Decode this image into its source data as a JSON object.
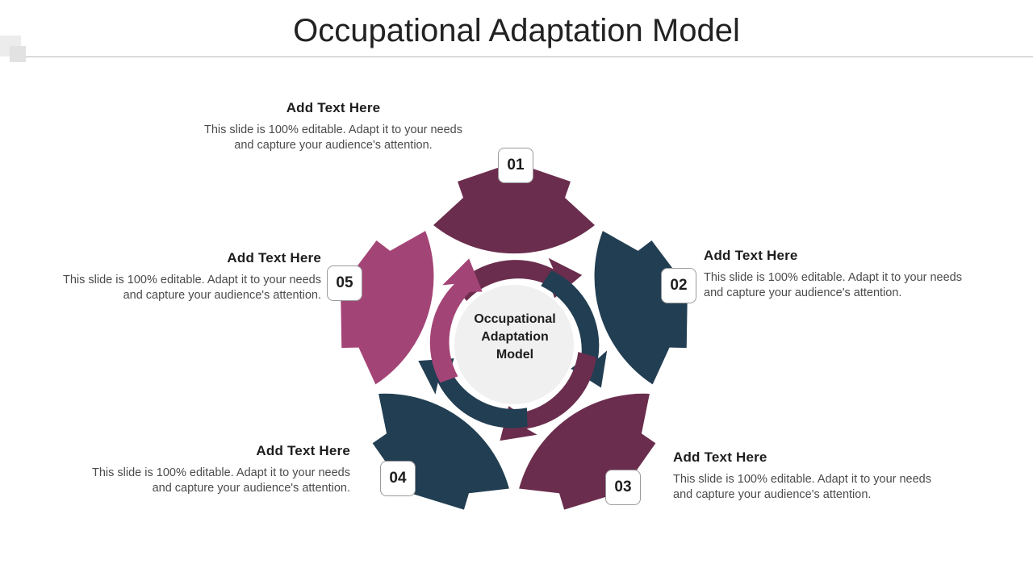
{
  "slide": {
    "title": "Occupational Adaptation Model",
    "center_label_lines": [
      "Occupational",
      "Adaptation",
      "Model"
    ],
    "center_label": "Occupational Adaptation Model"
  },
  "colors": {
    "maroon": "#6b2d4d",
    "navy": "#223e52",
    "magenta": "#a34476",
    "center_circle": "#f0f0f0",
    "title_text": "#222222",
    "body_text": "#4b4b4b",
    "badge_border": "#9a9a9a",
    "rule": "#b9b9b9",
    "deco_square": "#ececec"
  },
  "steps": [
    {
      "number": "01",
      "title": "Add Text Here",
      "body": "This slide is 100% editable. Adapt it  to your needs and capture your audience's attention.",
      "petal_color": "#6b2d4d",
      "ring_color": "#6b2d4d"
    },
    {
      "number": "02",
      "title": "Add Text Here",
      "body": "This slide is 100% editable. Adapt it  to your needs and capture your audience's attention.",
      "petal_color": "#223e52",
      "ring_color": "#223e52"
    },
    {
      "number": "03",
      "title": "Add Text Here",
      "body": "This slide is 100% editable. Adapt it  to your needs and capture your audience's attention.",
      "petal_color": "#6b2d4d",
      "ring_color": "#6b2d4d"
    },
    {
      "number": "04",
      "title": "Add Text Here",
      "body": "This slide is 100% editable. Adapt it  to your needs and capture your audience's attention.",
      "petal_color": "#223e52",
      "ring_color": "#223e52"
    },
    {
      "number": "05",
      "title": "Add Text Here",
      "body": "This slide is 100% editable. Adapt it  to your needs and capture your audience's attention.",
      "petal_color": "#a34476",
      "ring_color": "#a34476"
    }
  ]
}
